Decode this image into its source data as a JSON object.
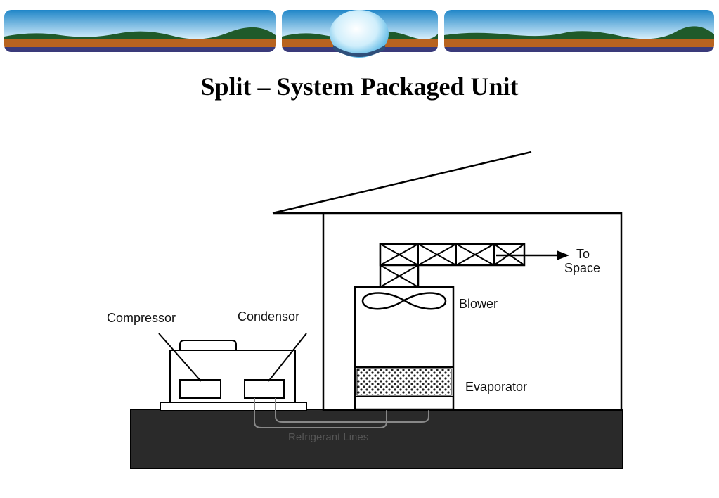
{
  "slide": {
    "title": "Split – System Packaged Unit"
  },
  "diagram": {
    "labels": {
      "compressor": "Compressor",
      "condensor": "Condensor",
      "to": "To",
      "space": "Space",
      "blower": "Blower",
      "evaporator": "Evaporator",
      "refrigerant_lines": "Refrigerant Lines"
    }
  },
  "colors": {
    "sky_top": "#1f86c8",
    "sky_bottom": "#d9f0fb",
    "hills": "#1f5a2a",
    "ground": "#b8631f",
    "slab": "#2a2a2a"
  }
}
